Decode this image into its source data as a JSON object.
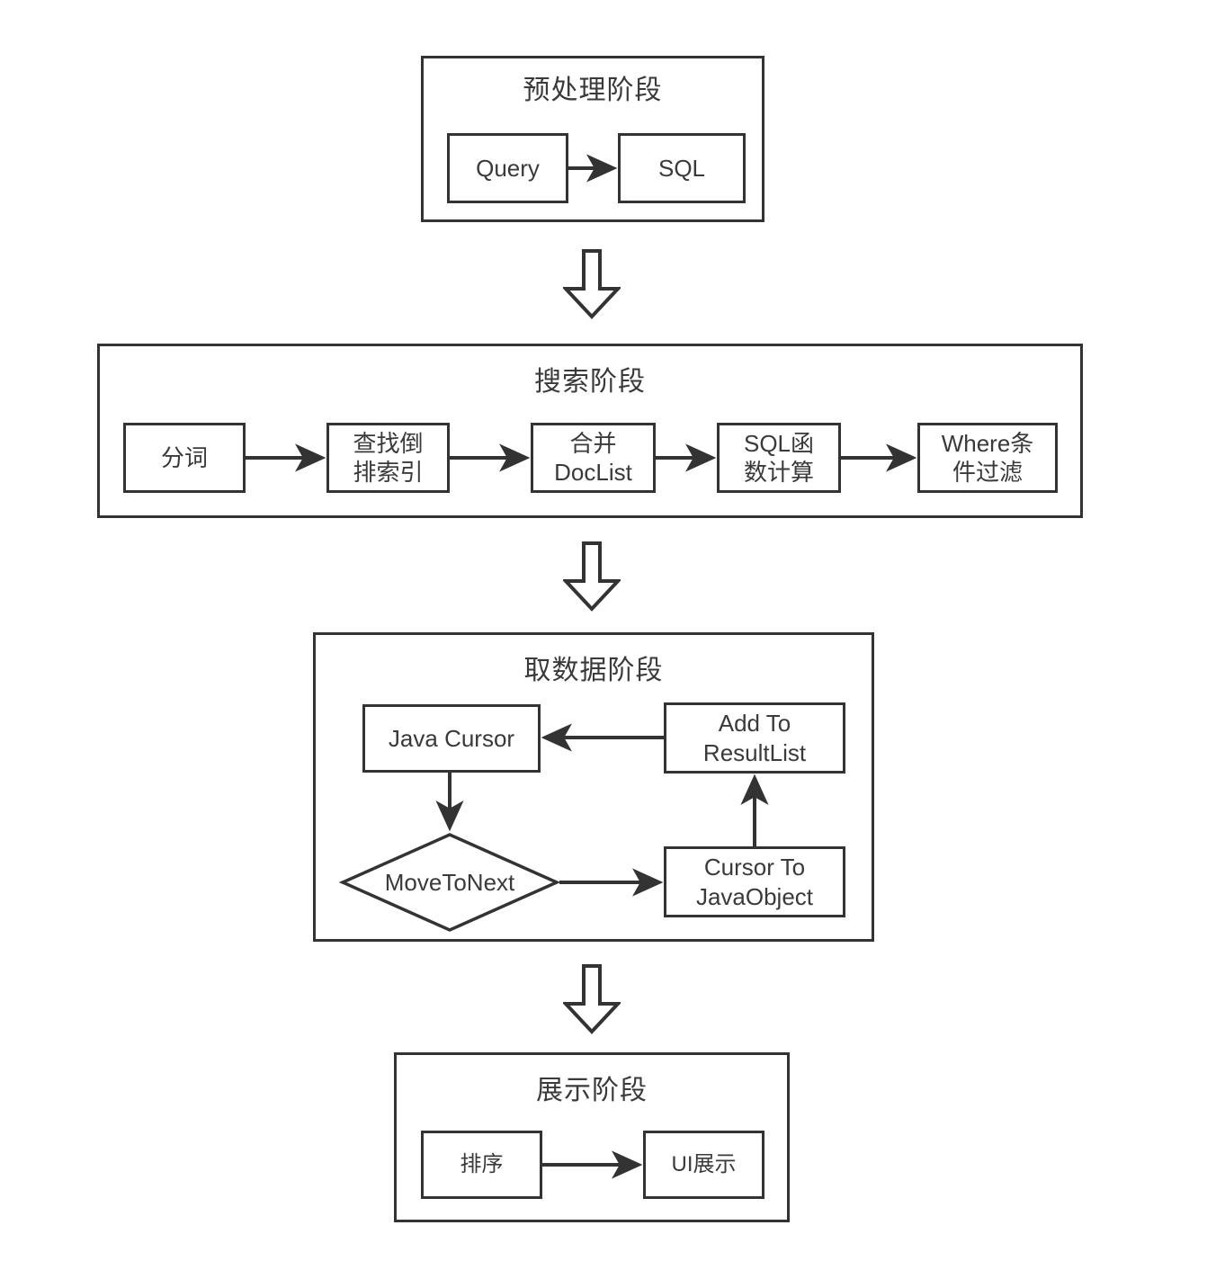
{
  "diagram": {
    "title": "search-pipeline-flowchart",
    "background": "#ffffff",
    "stroke": "#333333",
    "text_color": "#3a3a3a"
  },
  "stages": [
    {
      "id": "preprocess",
      "title": "预处理阶段",
      "nodes": [
        {
          "id": "query",
          "label": "Query",
          "shape": "rect"
        },
        {
          "id": "sql",
          "label": "SQL",
          "shape": "rect"
        }
      ],
      "edges": [
        {
          "from": "query",
          "to": "sql",
          "type": "arrow"
        }
      ]
    },
    {
      "id": "search",
      "title": "搜索阶段",
      "nodes": [
        {
          "id": "tokenize",
          "label": "分词",
          "shape": "rect"
        },
        {
          "id": "inverted-index",
          "label": "查找倒\n排索引",
          "shape": "rect"
        },
        {
          "id": "merge-doclist",
          "label": "合并\nDocList",
          "shape": "rect"
        },
        {
          "id": "sql-func",
          "label": "SQL函\n数计算",
          "shape": "rect"
        },
        {
          "id": "where-filter",
          "label": "Where条\n件过滤",
          "shape": "rect"
        }
      ],
      "edges": [
        {
          "from": "tokenize",
          "to": "inverted-index",
          "type": "arrow"
        },
        {
          "from": "inverted-index",
          "to": "merge-doclist",
          "type": "arrow"
        },
        {
          "from": "merge-doclist",
          "to": "sql-func",
          "type": "arrow"
        },
        {
          "from": "sql-func",
          "to": "where-filter",
          "type": "arrow"
        }
      ]
    },
    {
      "id": "fetch-data",
      "title": "取数据阶段",
      "nodes": [
        {
          "id": "java-cursor",
          "label": "Java Cursor",
          "shape": "rect"
        },
        {
          "id": "add-to-resultlist",
          "label": "Add To\nResultList",
          "shape": "rect"
        },
        {
          "id": "move-to-next",
          "label": "MoveToNext",
          "shape": "diamond"
        },
        {
          "id": "cursor-to-javaobject",
          "label": "Cursor To\nJavaObject",
          "shape": "rect"
        }
      ],
      "edges": [
        {
          "from": "java-cursor",
          "to": "move-to-next",
          "type": "arrow"
        },
        {
          "from": "move-to-next",
          "to": "cursor-to-javaobject",
          "type": "arrow"
        },
        {
          "from": "cursor-to-javaobject",
          "to": "add-to-resultlist",
          "type": "arrow"
        },
        {
          "from": "add-to-resultlist",
          "to": "java-cursor",
          "type": "arrow"
        }
      ]
    },
    {
      "id": "display",
      "title": "展示阶段",
      "nodes": [
        {
          "id": "sort",
          "label": "排序",
          "shape": "rect"
        },
        {
          "id": "ui-display",
          "label": "UI展示",
          "shape": "rect"
        }
      ],
      "edges": [
        {
          "from": "sort",
          "to": "ui-display",
          "type": "arrow"
        }
      ]
    }
  ],
  "stage_connectors": [
    {
      "id": "preprocess-to-search",
      "icon": "block-arrow-down-icon"
    },
    {
      "id": "search-to-fetch",
      "icon": "block-arrow-down-icon"
    },
    {
      "id": "fetch-to-display",
      "icon": "block-arrow-down-icon"
    }
  ]
}
